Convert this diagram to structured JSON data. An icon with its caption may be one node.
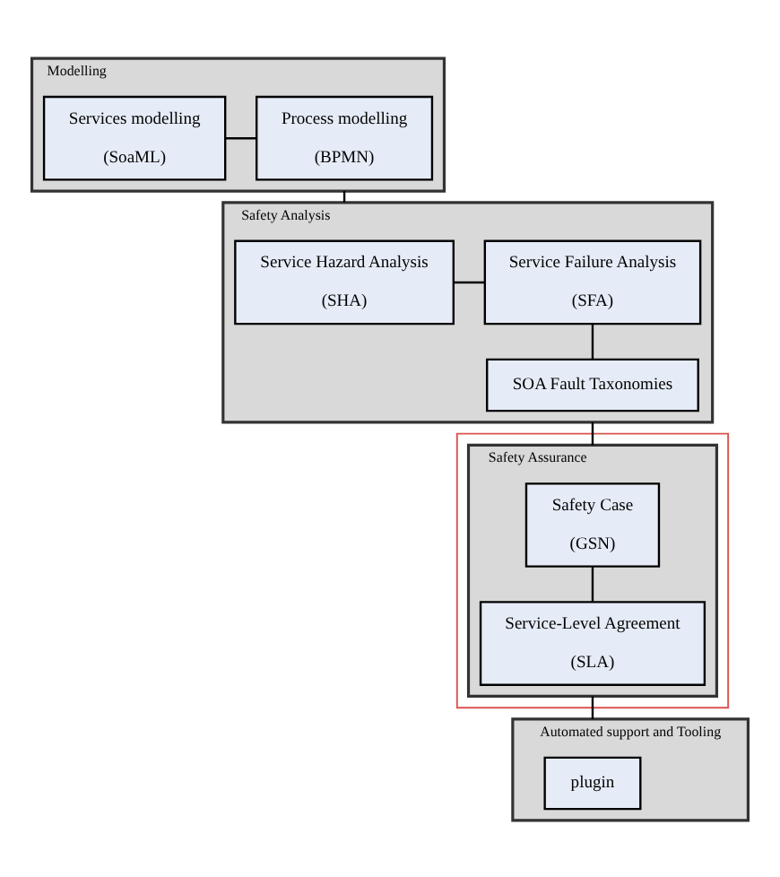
{
  "diagram": {
    "nodes": [
      {
        "text": [
          "Modelling"
        ]
      },
      {
        "text": [
          "Services modelling",
          "(SoaML)"
        ],
        "in": 0
      },
      {
        "text": [
          "Process modelling",
          "(BPMN)"
        ],
        "in": 0
      },
      {
        "text": [
          "Safety Analysis"
        ]
      },
      {
        "text": [
          "Service Hazard Analysis",
          "(SHA)"
        ],
        "in": 3
      },
      {
        "text": [
          "Service Failure Analysis",
          "(SFA)"
        ],
        "in": 3
      },
      {
        "text": [
          "SOA Fault Taxonomies"
        ],
        "in": 3
      },
      {
        "text": [],
        "shape": "box"
      },
      {
        "text": [
          "Safety Assurance"
        ],
        "in": 7
      },
      {
        "text": [
          "Safety Case",
          "(GSN)"
        ],
        "in": 8
      },
      {
        "text": [
          "Service-Level Agreement",
          "(SLA)"
        ],
        "in": 8
      },
      {
        "text": [
          "Automated support and Tooling"
        ]
      },
      {
        "text": [
          "plugin"
        ],
        "in": 11
      }
    ],
    "edges": [
      {
        "from": 1,
        "to": 2,
        "arrow": "none"
      },
      {
        "from": 4,
        "to": 5,
        "arrow": "none"
      },
      {
        "from": 5,
        "to": 6,
        "arrow": "none"
      },
      {
        "from": 9,
        "to": 10,
        "arrow": "none"
      },
      {
        "from": 0,
        "to": 3,
        "arrow": "none"
      },
      {
        "from": 3,
        "to": 8,
        "arrow": "none"
      },
      {
        "from": 8,
        "to": 11,
        "arrow": "none"
      }
    ]
  }
}
